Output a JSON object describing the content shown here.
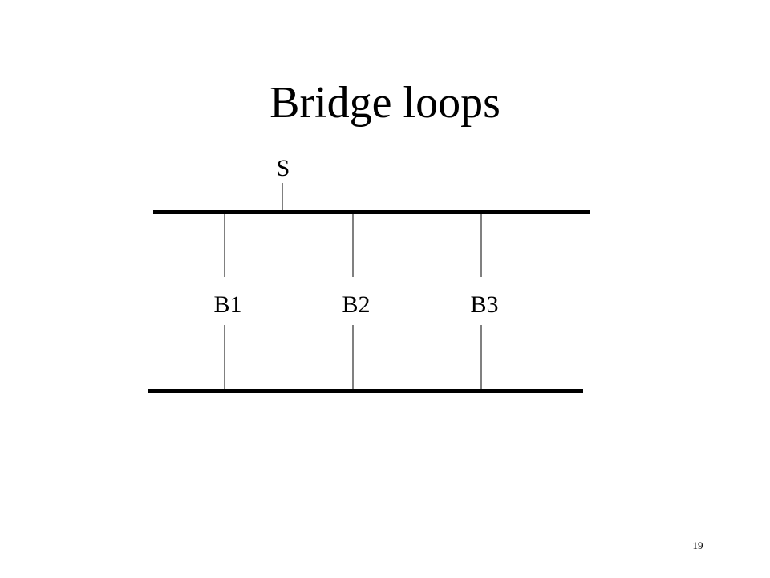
{
  "slide": {
    "title": "Bridge loops",
    "page_number": "19"
  },
  "diagram": {
    "station_label": "S",
    "bridges": [
      {
        "label": "B1"
      },
      {
        "label": "B2"
      },
      {
        "label": "B3"
      }
    ]
  }
}
